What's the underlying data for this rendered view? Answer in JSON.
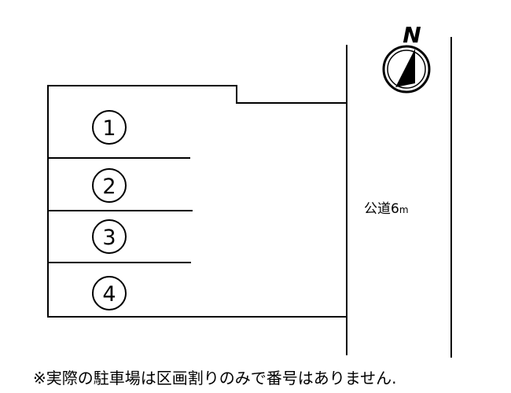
{
  "map": {
    "lots": [
      {
        "number": "1"
      },
      {
        "number": "2"
      },
      {
        "number": "3"
      },
      {
        "number": "4"
      }
    ],
    "road": {
      "label": "公道",
      "width": "6",
      "unit": "m"
    },
    "north": {
      "letter": "N"
    },
    "note": "※実際の駐車場は区画割りのみで番号はありません."
  }
}
